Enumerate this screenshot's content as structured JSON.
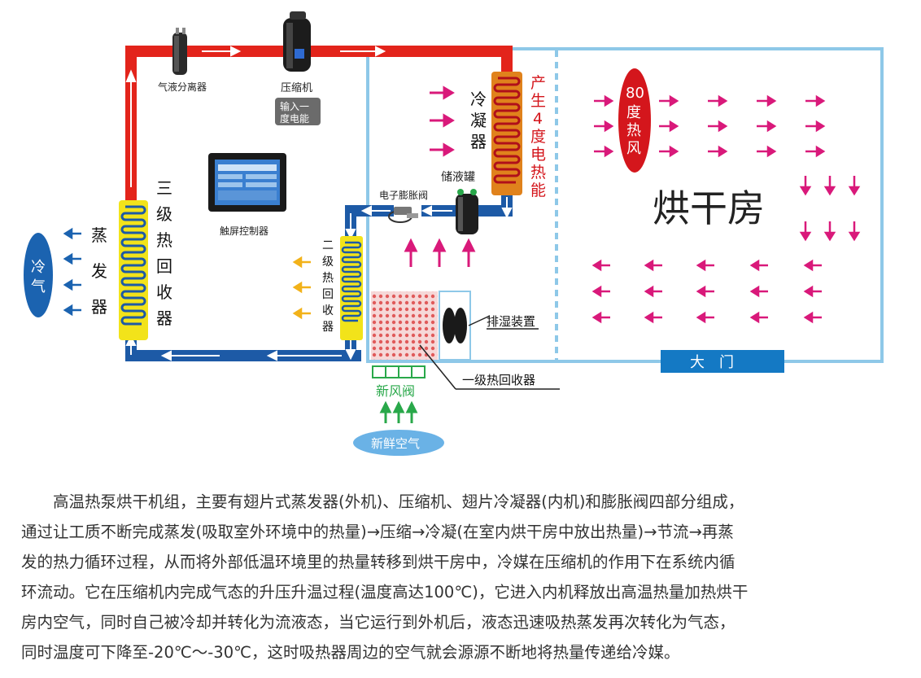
{
  "labels": {
    "gas_liquid_separator": "气液分离器",
    "compressor": "压缩机",
    "compressor_input": [
      "输入一",
      "度电能"
    ],
    "condenser": [
      "冷",
      "凝",
      "器"
    ],
    "heat_output": [
      "产",
      "生",
      "4",
      "度",
      "电",
      "热",
      "能"
    ],
    "hot_air": [
      "80",
      "度",
      "热",
      "风"
    ],
    "drying_room": "烘干房",
    "receiver_tank": "储液罐",
    "expansion_valve": "电子膨胀阀",
    "touch_controller": "触屏控制器",
    "evaporator": [
      "蒸",
      "发",
      "器"
    ],
    "cold_air": [
      "冷",
      "气"
    ],
    "tertiary_recovery": [
      "三",
      "级",
      "热",
      "回",
      "收",
      "器"
    ],
    "secondary_recovery": [
      "二",
      "级",
      "热",
      "回",
      "收",
      "器"
    ],
    "dehumidifier": "排湿装置",
    "primary_recovery": "一级热回收器",
    "fresh_air_valve": "新风阀",
    "fresh_air": "新鲜空气",
    "main_door": "大　门"
  },
  "description": [
    "　　高温热泵烘干机组，主要有翅片式蒸发器(外机)、压缩机、翅片冷凝器(内机)和膨胀阀四部分组成，",
    "通过让工质不断完成蒸发(吸取室外环境中的热量)→压缩→冷凝(在室内烘干房中放出热量)→节流→再蒸",
    "发的热力循环过程，从而将外部低温环境里的热量转移到烘干房中，冷媒在压缩机的作用下在系统内循",
    "环流动。它在压缩机内完成气态的升压升温过程(温度高达100℃)，它进入内机释放出高温热量加热烘干",
    "房内空气，同时自己被冷却并转化为流液态，当它运行到外机后，液态迅速吸热蒸发再次转化为气态，",
    "同时温度可下降至-20℃～-30℃，这时吸热器周边的空气就会源源不断地将热量传递给冷媒。"
  ],
  "colors": {
    "hot_pipe": "#e3241b",
    "cold_pipe": "#1d5aa6",
    "room_border": "#8ec8e8",
    "coil": "#f2e31a",
    "coil_hot": "#e0821c",
    "magenta_arrow": "#d9197a",
    "blue_label": "#1b63b0",
    "red_oval": "#d4161c",
    "door": "#1479c4"
  }
}
